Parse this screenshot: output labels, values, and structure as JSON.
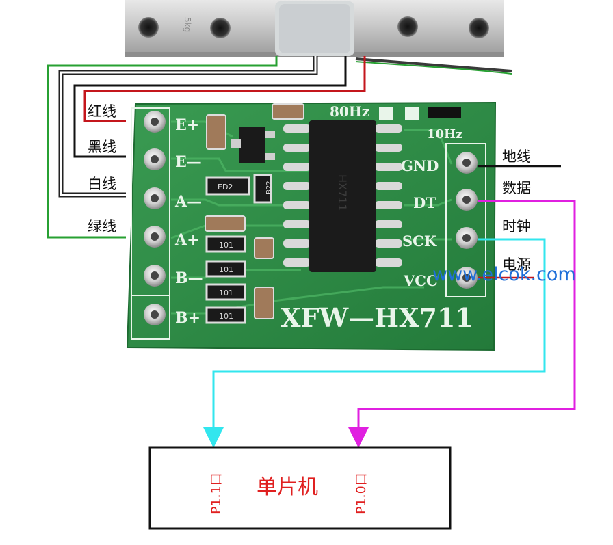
{
  "diagram": {
    "load_cell": {
      "capacity_label": "5kg"
    },
    "wire_labels": {
      "red": "红线",
      "black": "黑线",
      "white": "白线",
      "green": "绿线"
    },
    "signal_labels": {
      "ground": "地线",
      "data": "数据",
      "clock": "时钟",
      "power": "电源"
    },
    "board": {
      "model": "XFW—HX711",
      "rate_high": "80Hz",
      "rate_low": "10Hz",
      "left_pins": [
        "E+",
        "E—",
        "A—",
        "A+",
        "B—",
        "B+"
      ],
      "right_pins": [
        "GND",
        "DT",
        "SCK",
        "VCC"
      ],
      "chip_marking": "HX711",
      "resistor_marks": [
        "ED2",
        "B22",
        "101",
        "101",
        "101",
        "101"
      ]
    },
    "watermark": "www.elcok.com",
    "mcu": {
      "title": "单片机",
      "pin_left": "P1.1口",
      "pin_right": "P1.0口"
    },
    "colors": {
      "red_wire": "#c4161c",
      "black_wire": "#111111",
      "white_wire_outline": "#222222",
      "green_wire": "#27a032",
      "data_line": "#e020e0",
      "clock_line": "#32e6ee",
      "pcb_green": "#2f8f47",
      "watermark": "#1f6fd8",
      "mcu_text": "#e02020"
    }
  }
}
